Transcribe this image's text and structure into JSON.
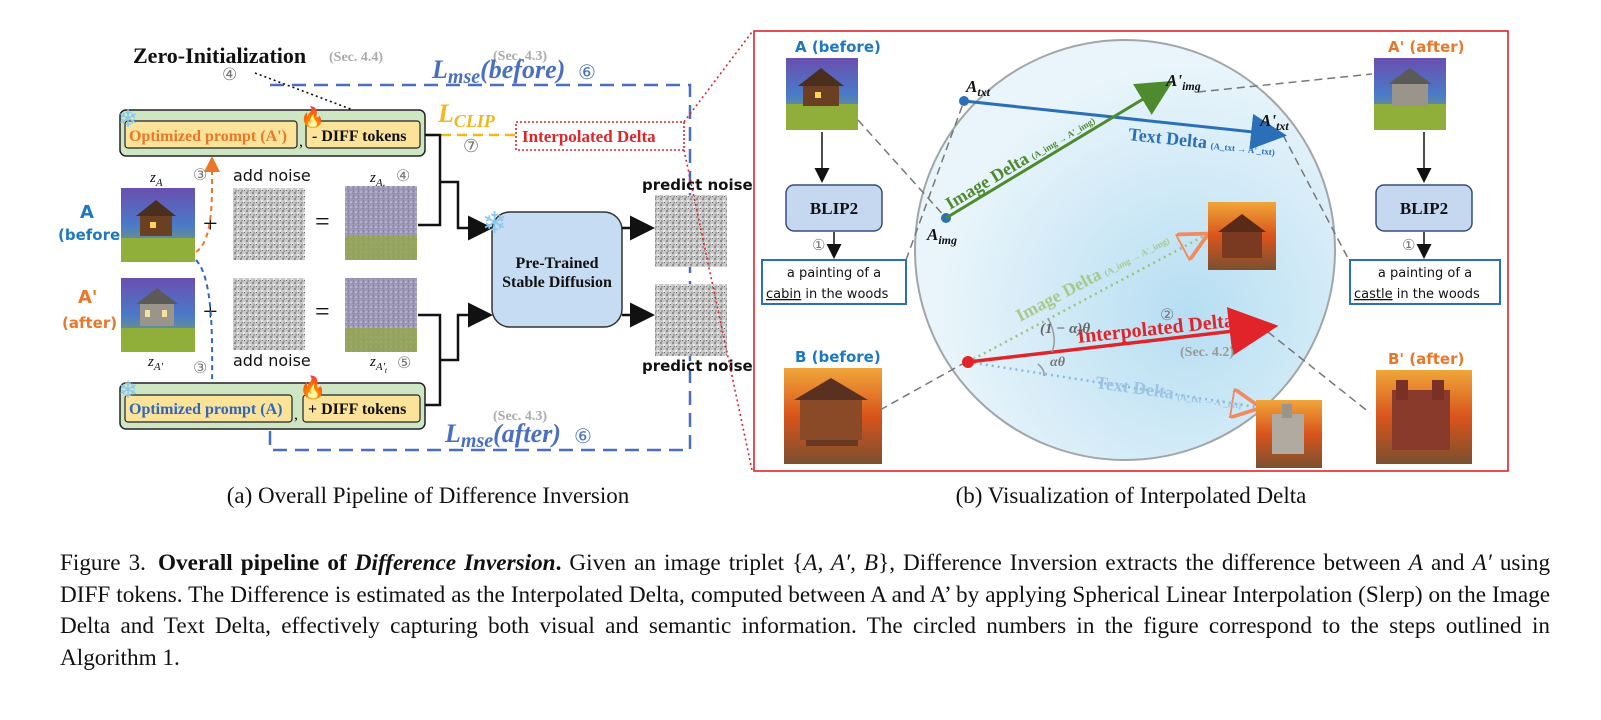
{
  "figure": {
    "left_panel": {
      "zero_init_label": "Zero-Initialization",
      "zero_init_sec": "(Sec. 4.4)",
      "step4_top": "④",
      "loss_before_sec": "(Sec. 4.3)",
      "loss_before": "L",
      "loss_before_sub": "mse",
      "loss_before_arg": "(before)",
      "loss_before_step": "⑥",
      "loss_after_sec": "(Sec. 4.3)",
      "loss_after": "L",
      "loss_after_sub": "mse",
      "loss_after_arg": "(after)",
      "loss_after_step": "⑥",
      "clip_label": "L",
      "clip_sub": "CLIP",
      "clip_step": "⑦",
      "interp_delta_box": "Interpolated Delta",
      "top_prompt": "Optimized prompt (A')",
      "top_diff": "- DIFF tokens",
      "bottom_prompt": "Optimized prompt (A)",
      "bottom_diff": "+ DIFF tokens",
      "comma": ",",
      "zA": "z",
      "zA_sub": "A",
      "zAp": "z",
      "zAp_sub": "A'",
      "zAt": "z",
      "zAt_sub": "A",
      "zAt_subsub": "t",
      "zApt": "z",
      "zApt_sub": "A'",
      "zApt_subsub": "t",
      "step3a": "③",
      "step3b": "③",
      "step4": "④",
      "step5": "⑤",
      "add_noise_top": "add noise",
      "add_noise_bottom": "add noise",
      "plus": "+",
      "equals": "=",
      "a_label": "A",
      "a_sub": "(before)",
      "ap_label": "A'",
      "ap_sub": "(after)",
      "sd_line1": "Pre-Trained",
      "sd_line2": "Stable Diffusion",
      "predict_top": "predict noise",
      "predict_bottom": "predict noise"
    },
    "right_panel": {
      "a_before": "A (before)",
      "ap_after": "A' (after)",
      "b_before": "B (before)",
      "bp_after": "B' (after)",
      "blip_left": "BLIP2",
      "blip_right": "BLIP2",
      "step1_left": "①",
      "step1_right": "①",
      "caption_left_1": "a painting of a",
      "caption_left_word": "cabin",
      "caption_left_2": "in the woods",
      "caption_right_1": "a painting of a",
      "caption_right_word": "castle",
      "caption_right_2": "in the woods",
      "a_txt": "A",
      "a_txt_sub": "txt",
      "a_img": "A",
      "a_img_sub": "img",
      "ap_img": "A'",
      "ap_img_sub": "img",
      "ap_txt": "A'",
      "ap_txt_sub": "txt",
      "image_delta_top": "Image Delta",
      "image_delta_top_sub": "(A_img → A'_img)",
      "text_delta_top": "Text Delta",
      "text_delta_top_sub": "(A_txt → A'_txt)",
      "image_delta_bottom": "Image Delta",
      "image_delta_bottom_sub": "(A_img → A'_img)",
      "text_delta_bottom": "Text Delta",
      "text_delta_bottom_sub": "(A_txt → A'_txt)",
      "interp_delta": "Interpolated Delta",
      "interp_sec": "(Sec. 4.2)",
      "step2": "②",
      "one_minus_alpha": "(1 − α)θ",
      "alpha_theta": "αθ"
    },
    "subcaption_a": "(a) Overall Pipeline of Difference Inversion",
    "subcaption_b": "(b) Visualization of Interpolated Delta",
    "colors": {
      "loss_blue": "#4a6fc0",
      "clip_yellow": "#f0b81c",
      "interp_red": "#e0242a",
      "image_delta_green": "#4e8a2e",
      "text_delta_blue": "#2a6fb8",
      "prompt_orange": "#e8772a",
      "prompt_blue": "#2f66c0",
      "panel_green_bg": "#cfe6c4",
      "prompt_yellow_bg": "#fbe39a",
      "sd_blue": "#c6dcf2",
      "a_blue": "#1e78c0",
      "ap_orange": "#e8772a"
    }
  },
  "caption": {
    "fig_num": "Figure 3.",
    "title_1": "Overall pipeline of",
    "title_2": "Difference Inversion",
    "title_3": ".",
    "text_1": "Given an image triplet {",
    "triplet": "A, A′, B",
    "text_2": "}, Difference Inversion extracts the difference between",
    "var_a": "A",
    "text_3": "and",
    "var_ap": "A′",
    "text_4": "using DIFF tokens. The Difference is estimated as the Interpolated Delta, computed between A and A’ by applying Spherical Linear Interpolation (Slerp) on the Image Delta and Text Delta, effectively capturing both visual and semantic information. The circled numbers in the figure correspond to the steps outlined in Algorithm 1."
  }
}
